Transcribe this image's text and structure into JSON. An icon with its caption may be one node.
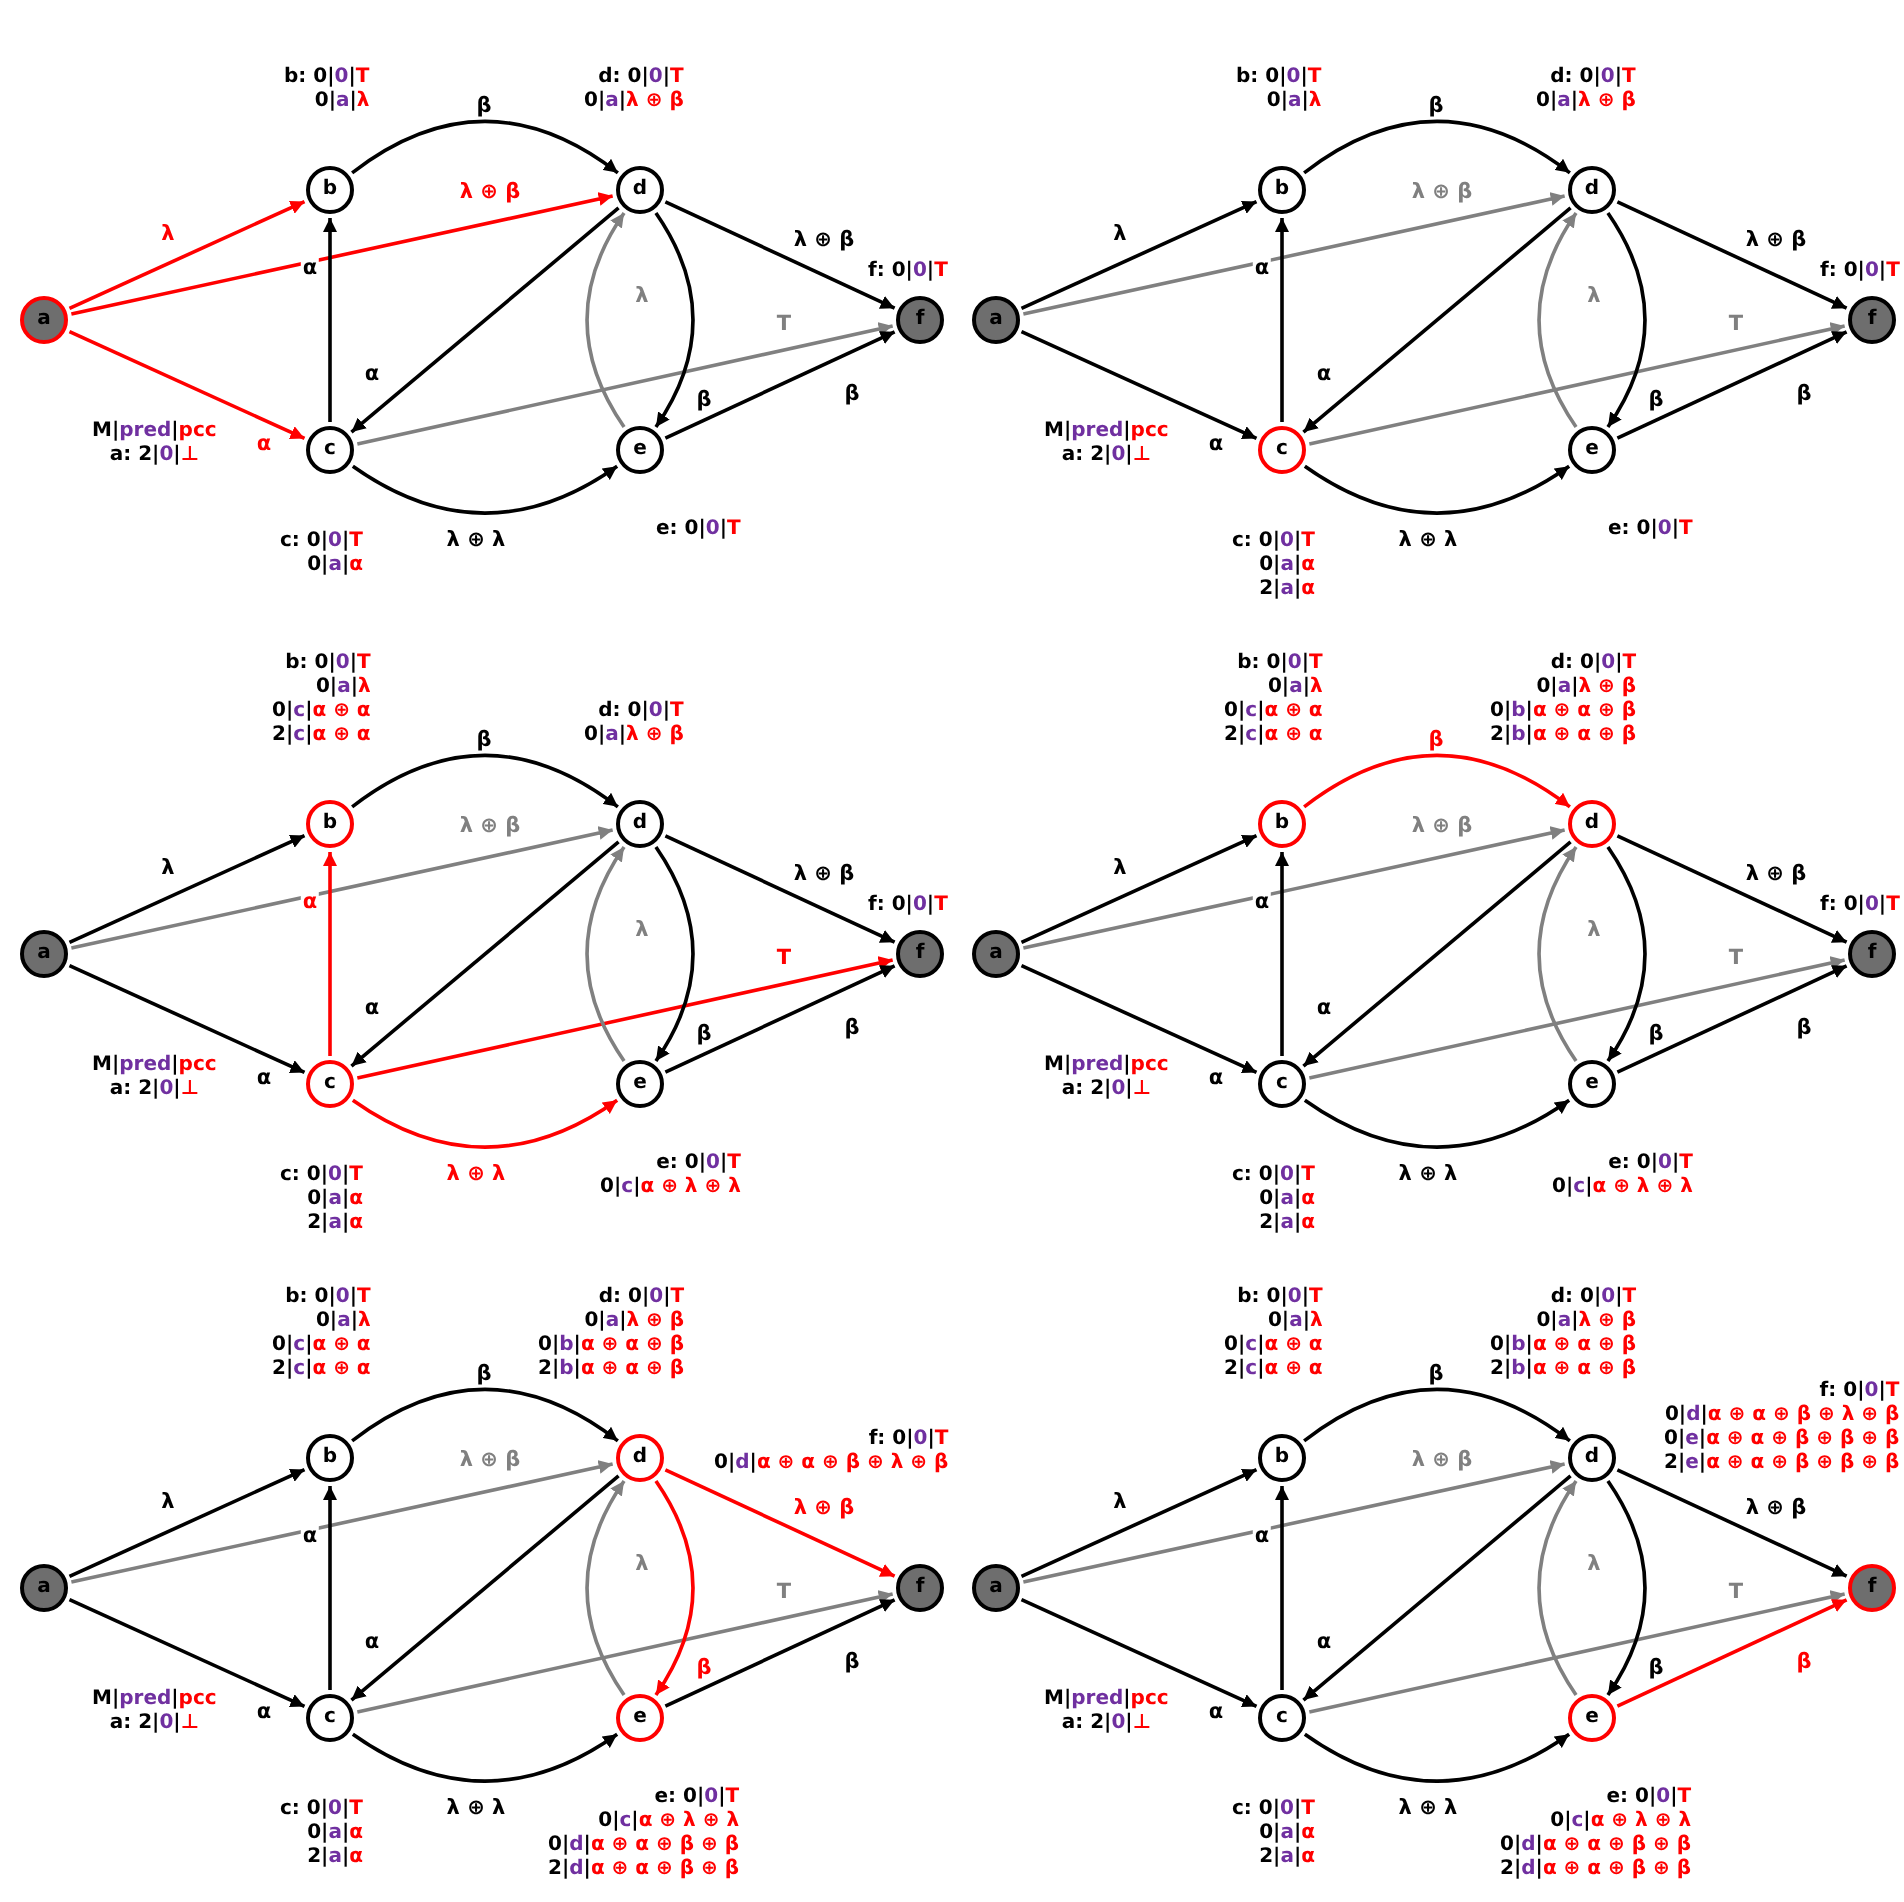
{
  "diagram": {
    "nodes": [
      {
        "text": [
          "a"
        ],
        "beside": [
          "M|pred|pcc",
          "a: 2|0|⊥"
        ]
      },
      {
        "text": [
          "b"
        ],
        "beside": [
          "b: 0|0|T",
          "0|a|λ"
        ]
      },
      {
        "text": [
          "c"
        ],
        "beside": [
          "c: 0|0|T",
          "0|a|α"
        ]
      },
      {
        "text": [
          "d"
        ],
        "beside": [
          "d: 0|0|T",
          "0|a|λ ⊕ β"
        ]
      },
      {
        "text": [
          "e"
        ],
        "beside": [
          "e: 0|0|T"
        ]
      },
      {
        "text": [
          "f"
        ],
        "beside": [
          "f: 0|0|T"
        ]
      },
      {
        "text": [
          "a"
        ],
        "beside": [
          "M|pred|pcc",
          "a: 2|0|⊥"
        ]
      },
      {
        "text": [
          "b"
        ],
        "beside": [
          "b: 0|0|T",
          "0|a|λ"
        ]
      },
      {
        "text": [
          "c"
        ],
        "beside": [
          "c: 0|0|T",
          "0|a|α",
          "2|a|α"
        ]
      },
      {
        "text": [
          "d"
        ],
        "beside": [
          "d: 0|0|T",
          "0|a|λ ⊕ β"
        ]
      },
      {
        "text": [
          "e"
        ],
        "beside": [
          "e: 0|0|T"
        ]
      },
      {
        "text": [
          "f"
        ],
        "beside": [
          "f: 0|0|T"
        ]
      },
      {
        "text": [
          "a"
        ],
        "beside": [
          "M|pred|pcc",
          "a: 2|0|⊥"
        ]
      },
      {
        "text": [
          "b"
        ],
        "beside": [
          "b: 0|0|T",
          "0|a|λ",
          "0|c|α ⊕ α",
          "2|c|α ⊕ α"
        ]
      },
      {
        "text": [
          "c"
        ],
        "beside": [
          "c: 0|0|T",
          "0|a|α",
          "2|a|α"
        ]
      },
      {
        "text": [
          "d"
        ],
        "beside": [
          "d: 0|0|T",
          "0|a|λ ⊕ β"
        ]
      },
      {
        "text": [
          "e"
        ],
        "beside": [
          "e: 0|0|T",
          "0|c|α ⊕ λ ⊕ λ"
        ]
      },
      {
        "text": [
          "f"
        ],
        "beside": [
          "f: 0|0|T"
        ]
      },
      {
        "text": [
          "a"
        ],
        "beside": [
          "M|pred|pcc",
          "a: 2|0|⊥"
        ]
      },
      {
        "text": [
          "b"
        ],
        "beside": [
          "b: 0|0|T",
          "0|a|λ",
          "0|c|α ⊕ α",
          "2|c|α ⊕ α"
        ]
      },
      {
        "text": [
          "c"
        ],
        "beside": [
          "c: 0|0|T",
          "0|a|α",
          "2|a|α"
        ]
      },
      {
        "text": [
          "d"
        ],
        "beside": [
          "d: 0|0|T",
          "0|a|λ ⊕ β",
          "0|b|α ⊕ α ⊕ β",
          "2|b|α ⊕ α ⊕ β"
        ]
      },
      {
        "text": [
          "e"
        ],
        "beside": [
          "e: 0|0|T",
          "0|c|α ⊕ λ ⊕ λ"
        ]
      },
      {
        "text": [
          "f"
        ],
        "beside": [
          "f: 0|0|T"
        ]
      },
      {
        "text": [
          "a"
        ],
        "beside": [
          "M|pred|pcc",
          "a: 2|0|⊥"
        ]
      },
      {
        "text": [
          "b"
        ],
        "beside": [
          "b: 0|0|T",
          "0|a|λ",
          "0|c|α ⊕ α",
          "2|c|α ⊕ α"
        ]
      },
      {
        "text": [
          "c"
        ],
        "beside": [
          "c: 0|0|T",
          "0|a|α",
          "2|a|α"
        ]
      },
      {
        "text": [
          "d"
        ],
        "beside": [
          "d: 0|0|T",
          "0|a|λ ⊕ β",
          "0|b|α ⊕ α ⊕ β",
          "2|b|α ⊕ α ⊕ β"
        ]
      },
      {
        "text": [
          "e"
        ],
        "beside": [
          "e: 0|0|T",
          "0|c|α ⊕ λ ⊕ λ",
          "0|d|α ⊕ α ⊕ β ⊕ β",
          "2|d|α ⊕ α ⊕ β ⊕ β"
        ]
      },
      {
        "text": [
          "f"
        ],
        "beside": [
          "f: 0|0|T",
          "0|d|α ⊕ α ⊕ β ⊕ λ ⊕ β"
        ]
      },
      {
        "text": [
          "a"
        ],
        "beside": [
          "M|pred|pcc",
          "a: 2|0|⊥"
        ]
      },
      {
        "text": [
          "b"
        ],
        "beside": [
          "b: 0|0|T",
          "0|a|λ",
          "0|c|α ⊕ α",
          "2|c|α ⊕ α"
        ]
      },
      {
        "text": [
          "c"
        ],
        "beside": [
          "c: 0|0|T",
          "0|a|α",
          "2|a|α"
        ]
      },
      {
        "text": [
          "d"
        ],
        "beside": [
          "d: 0|0|T",
          "0|a|λ ⊕ β",
          "0|b|α ⊕ α ⊕ β",
          "2|b|α ⊕ α ⊕ β"
        ]
      },
      {
        "text": [
          "e"
        ],
        "beside": [
          "e: 0|0|T",
          "0|c|α ⊕ λ ⊕ λ",
          "0|d|α ⊕ α ⊕ β ⊕ β",
          "2|d|α ⊕ α ⊕ β ⊕ β"
        ]
      },
      {
        "text": [
          "f"
        ],
        "beside": [
          "f: 0|0|T",
          "0|d|α ⊕ α ⊕ β ⊕ λ ⊕ β",
          "0|e|α ⊕ α ⊕ β ⊕ β ⊕ β",
          "2|e|α ⊕ α ⊕ β ⊕ β ⊕ β"
        ]
      }
    ],
    "edges": [
      {
        "from": 0,
        "to": 1,
        "arrow": "to",
        "label": "λ",
        "color": "#ff0000"
      },
      {
        "from": 0,
        "to": 3,
        "arrow": "to",
        "label": "λ ⊕ β",
        "color": "#ff0000"
      },
      {
        "from": 0,
        "to": 2,
        "arrow": "to",
        "label": "α",
        "color": "#ff0000"
      },
      {
        "from": 2,
        "to": 1,
        "arrow": "to",
        "label": "α"
      },
      {
        "from": 1,
        "to": 3,
        "arrow": "to",
        "label": "β"
      },
      {
        "from": 3,
        "to": 2,
        "arrow": "to",
        "label": "α"
      },
      {
        "from": 2,
        "to": 5,
        "arrow": "to",
        "label": "T",
        "color": "#808080"
      },
      {
        "from": 3,
        "to": 4,
        "arrow": "to",
        "label": "β"
      },
      {
        "from": 4,
        "to": 3,
        "arrow": "to",
        "label": "λ",
        "color": "#808080"
      },
      {
        "from": 3,
        "to": 5,
        "arrow": "to",
        "label": "λ ⊕ β"
      },
      {
        "from": 4,
        "to": 5,
        "arrow": "to",
        "label": "β"
      },
      {
        "from": 2,
        "to": 4,
        "arrow": "to",
        "label": "λ ⊕ λ"
      },
      {
        "from": 6,
        "to": 7,
        "arrow": "to",
        "label": "λ"
      },
      {
        "from": 6,
        "to": 9,
        "arrow": "to",
        "label": "λ ⊕ β",
        "color": "#808080"
      },
      {
        "from": 6,
        "to": 8,
        "arrow": "to",
        "label": "α"
      },
      {
        "from": 8,
        "to": 7,
        "arrow": "to",
        "label": "α"
      },
      {
        "from": 7,
        "to": 9,
        "arrow": "to",
        "label": "β"
      },
      {
        "from": 9,
        "to": 8,
        "arrow": "to",
        "label": "α"
      },
      {
        "from": 8,
        "to": 11,
        "arrow": "to",
        "label": "T",
        "color": "#808080"
      },
      {
        "from": 9,
        "to": 10,
        "arrow": "to",
        "label": "β"
      },
      {
        "from": 10,
        "to": 9,
        "arrow": "to",
        "label": "λ",
        "color": "#808080"
      },
      {
        "from": 9,
        "to": 11,
        "arrow": "to",
        "label": "λ ⊕ β"
      },
      {
        "from": 10,
        "to": 11,
        "arrow": "to",
        "label": "β"
      },
      {
        "from": 8,
        "to": 10,
        "arrow": "to",
        "label": "λ ⊕ λ"
      },
      {
        "from": 12,
        "to": 13,
        "arrow": "to",
        "label": "λ"
      },
      {
        "from": 12,
        "to": 15,
        "arrow": "to",
        "label": "λ ⊕ β",
        "color": "#808080"
      },
      {
        "from": 12,
        "to": 14,
        "arrow": "to",
        "label": "α"
      },
      {
        "from": 14,
        "to": 13,
        "arrow": "to",
        "label": "α",
        "color": "#ff0000"
      },
      {
        "from": 13,
        "to": 15,
        "arrow": "to",
        "label": "β"
      },
      {
        "from": 15,
        "to": 14,
        "arrow": "to",
        "label": "α"
      },
      {
        "from": 14,
        "to": 17,
        "arrow": "to",
        "label": "T",
        "color": "#ff0000"
      },
      {
        "from": 15,
        "to": 16,
        "arrow": "to",
        "label": "β"
      },
      {
        "from": 16,
        "to": 15,
        "arrow": "to",
        "label": "λ",
        "color": "#808080"
      },
      {
        "from": 15,
        "to": 17,
        "arrow": "to",
        "label": "λ ⊕ β"
      },
      {
        "from": 16,
        "to": 17,
        "arrow": "to",
        "label": "β"
      },
      {
        "from": 14,
        "to": 16,
        "arrow": "to",
        "label": "λ ⊕ λ",
        "color": "#ff0000"
      },
      {
        "from": 18,
        "to": 19,
        "arrow": "to",
        "label": "λ"
      },
      {
        "from": 18,
        "to": 21,
        "arrow": "to",
        "label": "λ ⊕ β",
        "color": "#808080"
      },
      {
        "from": 18,
        "to": 20,
        "arrow": "to",
        "label": "α"
      },
      {
        "from": 20,
        "to": 19,
        "arrow": "to",
        "label": "α"
      },
      {
        "from": 19,
        "to": 21,
        "arrow": "to",
        "label": "β",
        "color": "#ff0000"
      },
      {
        "from": 21,
        "to": 20,
        "arrow": "to",
        "label": "α"
      },
      {
        "from": 20,
        "to": 23,
        "arrow": "to",
        "label": "T",
        "color": "#808080"
      },
      {
        "from": 21,
        "to": 22,
        "arrow": "to",
        "label": "β"
      },
      {
        "from": 22,
        "to": 21,
        "arrow": "to",
        "label": "λ",
        "color": "#808080"
      },
      {
        "from": 21,
        "to": 23,
        "arrow": "to",
        "label": "λ ⊕ β"
      },
      {
        "from": 22,
        "to": 23,
        "arrow": "to",
        "label": "β"
      },
      {
        "from": 20,
        "to": 22,
        "arrow": "to",
        "label": "λ ⊕ λ"
      },
      {
        "from": 24,
        "to": 25,
        "arrow": "to",
        "label": "λ"
      },
      {
        "from": 24,
        "to": 27,
        "arrow": "to",
        "label": "λ ⊕ β",
        "color": "#808080"
      },
      {
        "from": 24,
        "to": 26,
        "arrow": "to",
        "label": "α"
      },
      {
        "from": 26,
        "to": 25,
        "arrow": "to",
        "label": "α"
      },
      {
        "from": 25,
        "to": 27,
        "arrow": "to",
        "label": "β"
      },
      {
        "from": 27,
        "to": 26,
        "arrow": "to",
        "label": "α"
      },
      {
        "from": 26,
        "to": 29,
        "arrow": "to",
        "label": "T",
        "color": "#808080"
      },
      {
        "from": 27,
        "to": 28,
        "arrow": "to",
        "label": "β",
        "color": "#ff0000"
      },
      {
        "from": 28,
        "to": 27,
        "arrow": "to",
        "label": "λ",
        "color": "#808080"
      },
      {
        "from": 27,
        "to": 29,
        "arrow": "to",
        "label": "λ ⊕ β",
        "color": "#ff0000"
      },
      {
        "from": 28,
        "to": 29,
        "arrow": "to",
        "label": "β"
      },
      {
        "from": 26,
        "to": 28,
        "arrow": "to",
        "label": "λ ⊕ λ"
      },
      {
        "from": 30,
        "to": 31,
        "arrow": "to",
        "label": "λ"
      },
      {
        "from": 30,
        "to": 33,
        "arrow": "to",
        "label": "λ ⊕ β",
        "color": "#808080"
      },
      {
        "from": 30,
        "to": 32,
        "arrow": "to",
        "label": "α"
      },
      {
        "from": 32,
        "to": 31,
        "arrow": "to",
        "label": "α"
      },
      {
        "from": 31,
        "to": 33,
        "arrow": "to",
        "label": "β"
      },
      {
        "from": 33,
        "to": 32,
        "arrow": "to",
        "label": "α"
      },
      {
        "from": 32,
        "to": 35,
        "arrow": "to",
        "label": "T",
        "color": "#808080"
      },
      {
        "from": 33,
        "to": 34,
        "arrow": "to",
        "label": "β"
      },
      {
        "from": 34,
        "to": 33,
        "arrow": "to",
        "label": "λ",
        "color": "#808080"
      },
      {
        "from": 33,
        "to": 35,
        "arrow": "to",
        "label": "λ ⊕ β"
      },
      {
        "from": 34,
        "to": 35,
        "arrow": "to",
        "label": "β",
        "color": "#ff0000"
      },
      {
        "from": 32,
        "to": 34,
        "arrow": "to",
        "label": "λ ⊕ λ"
      }
    ]
  }
}
